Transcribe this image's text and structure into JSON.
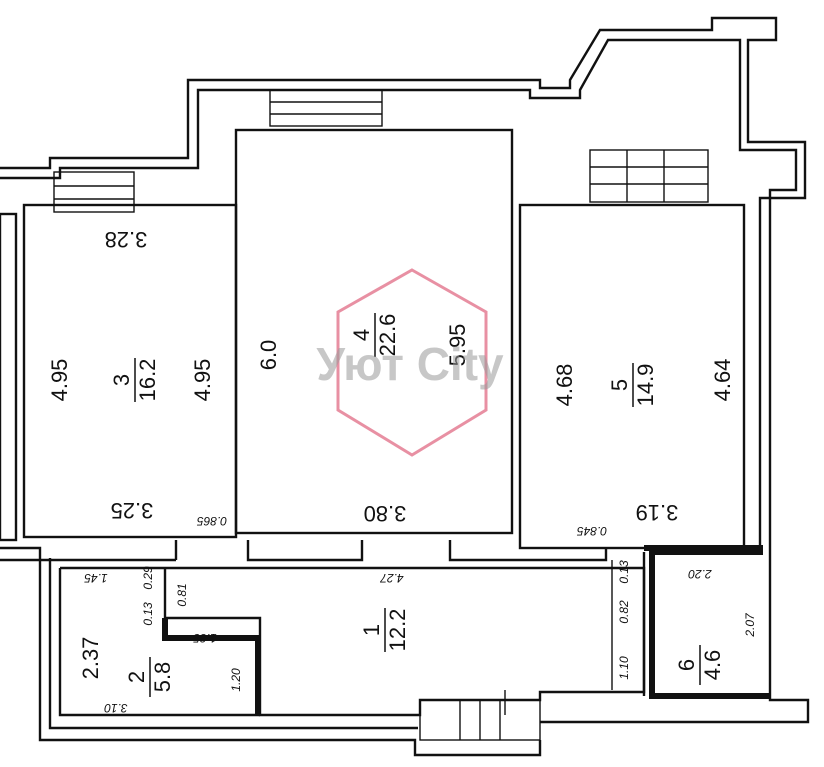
{
  "watermark": {
    "text": "Уют City",
    "color": "#e06b84"
  },
  "rooms": [
    {
      "id": "r1",
      "number": "1",
      "area": "12.2"
    },
    {
      "id": "r2",
      "number": "2",
      "area": "5.8"
    },
    {
      "id": "r3",
      "number": "3",
      "area": "16.2"
    },
    {
      "id": "r4",
      "number": "4",
      "area": "22.6"
    },
    {
      "id": "r5",
      "number": "5",
      "area": "14.9"
    },
    {
      "id": "r6",
      "number": "6",
      "area": "4.6"
    }
  ],
  "dimensions": {
    "r3_top": "3.28",
    "r3_left": "4.95",
    "r3_right": "4.95",
    "r3_bottom": "3.25",
    "r4_left": "6.0",
    "r4_right": "5.95",
    "r4_bottom": "3.80",
    "r5_left": "4.68",
    "r5_right": "4.64",
    "r5_bottom": "3.19",
    "d_0865": "0.865",
    "d_0845": "0.845",
    "r2_top": "1.45",
    "r2_left": "2.37",
    "r2_bottom": "3.10",
    "r2_right": "1.20",
    "r2_029": "0.29",
    "r2_013": "0.13",
    "r2_135": "1.35",
    "d_081": "0.81",
    "r1_top": "4.27",
    "r1_082": "0.82",
    "r1_013": "0.13",
    "r1_110": "1.10",
    "r6_top": "2.20",
    "r6_right": "2.07"
  }
}
